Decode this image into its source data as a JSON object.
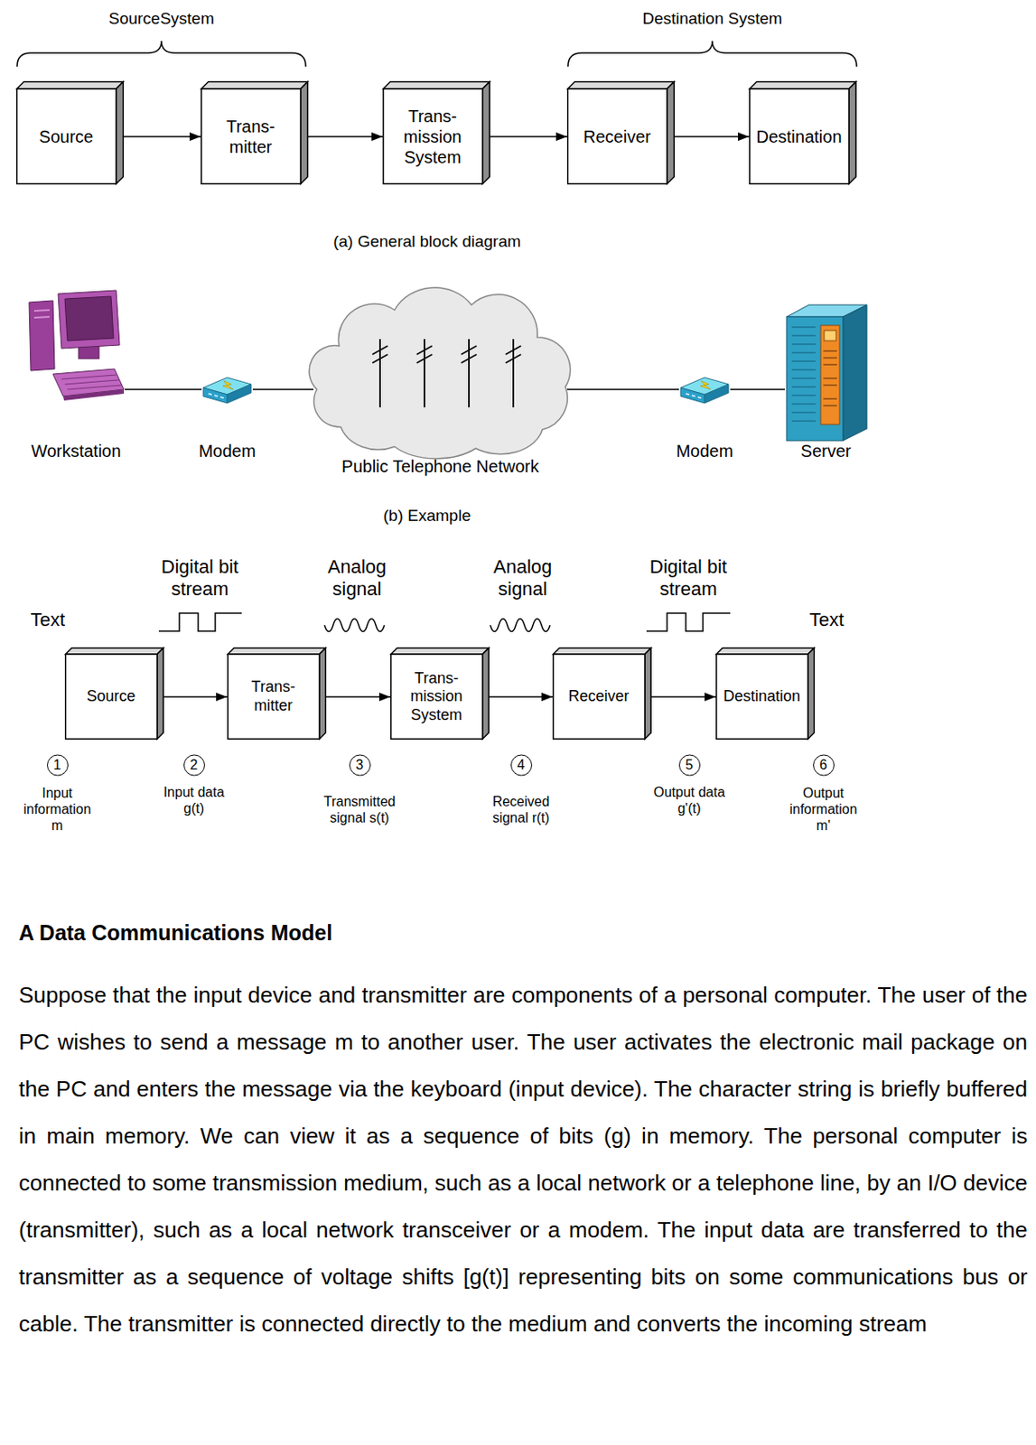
{
  "diagram": {
    "title": "A Data Communications Model",
    "nodes": [
      {
        "text": [
          "Source"
        ]
      },
      {
        "text": [
          "Trans- mitter"
        ]
      },
      {
        "text": [
          "Trans- mission System"
        ]
      },
      {
        "text": [
          "Receiver"
        ]
      },
      {
        "text": [
          "Destination"
        ]
      },
      {
        "text": [
          "Workstation"
        ]
      },
      {
        "text": [
          "Modem"
        ]
      },
      {
        "text": [
          "Public Telephone Network"
        ]
      },
      {
        "text": [
          "Modem"
        ]
      },
      {
        "text": [
          "Server"
        ]
      },
      {
        "text": [
          "Source"
        ]
      },
      {
        "text": [
          "Trans- mitter"
        ]
      },
      {
        "text": [
          "Trans- mission System"
        ]
      },
      {
        "text": [
          "Receiver"
        ]
      },
      {
        "text": [
          "Destination"
        ]
      }
    ],
    "edges": [
      {
        "from": 0,
        "to": 1,
        "arrow": "to"
      },
      {
        "from": 1,
        "to": 2,
        "arrow": "to"
      },
      {
        "from": 2,
        "to": 3,
        "arrow": "to"
      },
      {
        "from": 3,
        "to": 4,
        "arrow": "to"
      },
      {
        "from": 5,
        "to": 6,
        "arrow": "none"
      },
      {
        "from": 6,
        "to": 7,
        "arrow": "none"
      },
      {
        "from": 7,
        "to": 8,
        "arrow": "none"
      },
      {
        "from": 8,
        "to": 9,
        "arrow": "none"
      },
      {
        "from": 10,
        "to": 11,
        "arrow": "to"
      },
      {
        "from": 11,
        "to": 12,
        "arrow": "to"
      },
      {
        "from": 12,
        "to": 13,
        "arrow": "to"
      },
      {
        "from": 13,
        "to": 14,
        "arrow": "to"
      }
    ],
    "labels": [
      "SourceSystem",
      "Destination System",
      "(a) General block diagram",
      "(b) Example",
      "Text",
      "Digital bit stream",
      "Analog signal",
      "Analog signal",
      "Digital bit stream",
      "Text",
      "1",
      "Input information m",
      "2",
      "Input data g(t)",
      "3",
      "Transmitted signal s(t)",
      "4",
      "Received signal r(t)",
      "5",
      "Output data g'(t)",
      "6",
      "Output information m'",
      "Suppose that the input device and transmitter are components of a personal computer. The user of the PC wishes to send a message m to another user. The user activates the electronic mail package on the PC and enters the message via the keyboard (input device). The character string is briefly buffered in main memory. We can view it as a sequence of bits (g) in memory. The personal computer is connected to some transmission medium, such as a local network or a telephone line, by an I/O device (transmitter), such as a local network transceiver or a modem. The input data are transferred to the transmitter as a sequence of voltage shifts [g(t)] representing bits on some communications bus or cable. The transmitter is connected directly to the medium and converts the incoming stream"
    ]
  }
}
